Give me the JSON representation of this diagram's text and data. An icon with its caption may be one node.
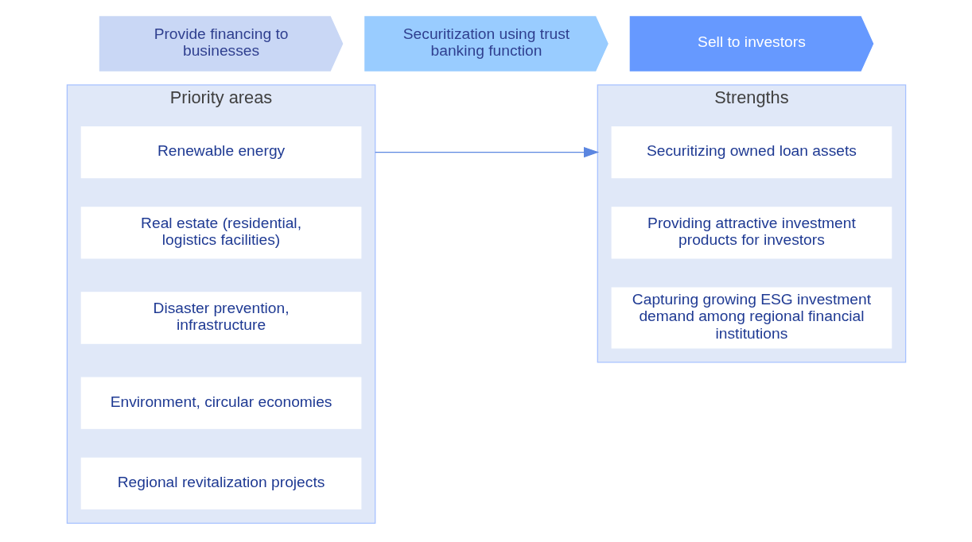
{
  "diagram": {
    "nodes": [
      {
        "text": [
          "Provide financing to businesses"
        ]
      },
      {
        "text": [
          "Securitization using trust banking function"
        ]
      },
      {
        "text": [
          "Sell to investors"
        ]
      },
      {
        "text": [
          "Priority areas"
        ]
      },
      {
        "text": [
          "Renewable energy"
        ],
        "in": 3
      },
      {
        "text": [
          "Real estate (residential, logistics facilities)"
        ],
        "in": 3
      },
      {
        "text": [
          "Disaster prevention, infrastructure"
        ],
        "in": 3
      },
      {
        "text": [
          "Environment, circular economies"
        ],
        "in": 3
      },
      {
        "text": [
          "Regional revitalization projects"
        ],
        "in": 3
      },
      {
        "text": [
          "Strengths"
        ]
      },
      {
        "text": [
          "Securitizing owned loan assets"
        ],
        "in": 9
      },
      {
        "text": [
          "Providing attractive investment products for investors"
        ],
        "in": 9
      },
      {
        "text": [
          "Capturing growing ESG investment demand among regional financial institutions"
        ],
        "in": 9
      }
    ],
    "edges": [
      {
        "from": 3,
        "to": 9,
        "arrow": "to"
      }
    ]
  }
}
